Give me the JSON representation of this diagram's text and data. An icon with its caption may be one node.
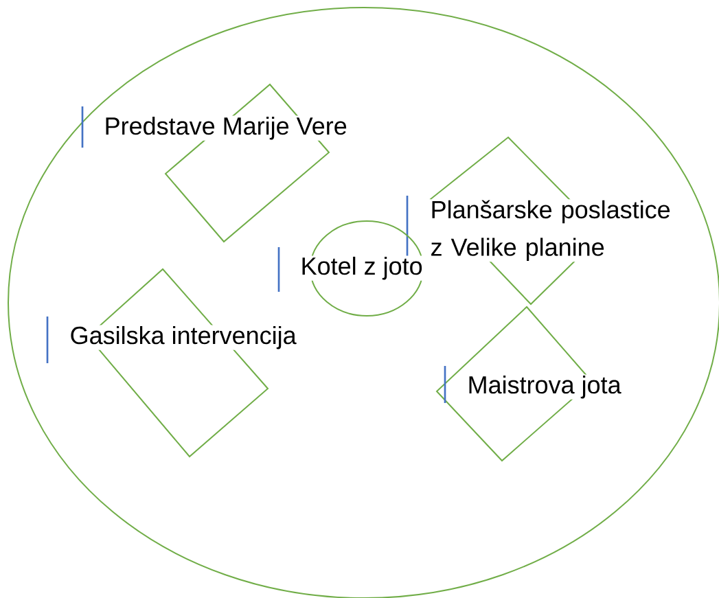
{
  "diagram": {
    "nodes": [
      {
        "text": [],
        "shape": "ellipse"
      },
      {
        "text": [
          "Predstave Marije Vere"
        ],
        "in": 0
      },
      {
        "text": [
          "Planšarske poslastice z Velike planine"
        ],
        "in": 0
      },
      {
        "text": [
          "Kotel z joto"
        ],
        "in": 0
      },
      {
        "text": [
          "Gasilska intervencija"
        ],
        "in": 0
      },
      {
        "text": [
          "Maistrova jota"
        ],
        "in": 0
      }
    ]
  }
}
